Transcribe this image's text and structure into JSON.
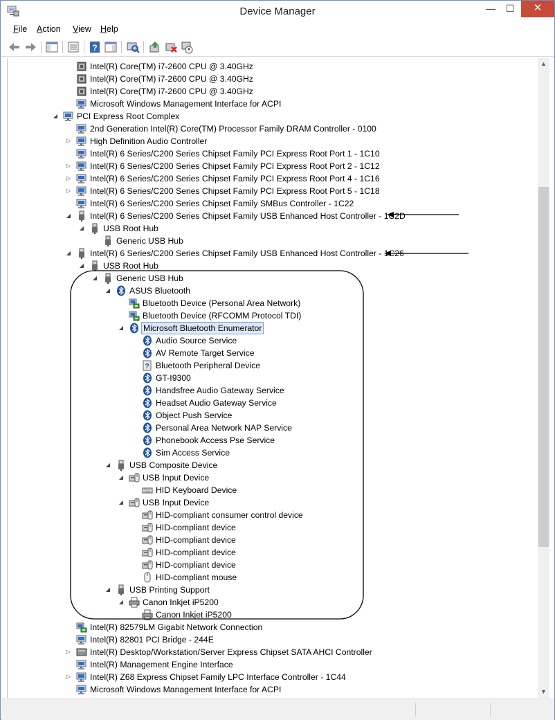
{
  "window": {
    "title": "Device Manager",
    "minimize": "—",
    "maximize": "☐",
    "close": "✕"
  },
  "menu": [
    {
      "label": "File",
      "accel": "F",
      "rest": "ile"
    },
    {
      "label": "Action",
      "accel": "A",
      "rest": "ction"
    },
    {
      "label": "View",
      "accel": "V",
      "rest": "iew"
    },
    {
      "label": "Help",
      "accel": "H",
      "rest": "elp"
    }
  ],
  "toolbar": [
    "back-icon",
    "forward-icon",
    "show-hide-console-tree-icon",
    "properties-icon",
    "help-icon",
    "show-action-pane-icon",
    "scan-hardware-icon",
    "update-driver-icon",
    "uninstall-icon",
    "disable-icon"
  ],
  "tree": [
    {
      "level": 1,
      "expander": "",
      "icon": "cpu",
      "label": "Intel(R) Core(TM) i7-2600 CPU @ 3.40GHz"
    },
    {
      "level": 1,
      "expander": "",
      "icon": "cpu",
      "label": "Intel(R) Core(TM) i7-2600 CPU @ 3.40GHz"
    },
    {
      "level": 1,
      "expander": "",
      "icon": "cpu",
      "label": "Intel(R) Core(TM) i7-2600 CPU @ 3.40GHz"
    },
    {
      "level": 1,
      "expander": "",
      "icon": "system",
      "label": "Microsoft Windows Management Interface for ACPI"
    },
    {
      "level": 0,
      "expander": "expanded",
      "icon": "system",
      "label": "PCI Express Root Complex"
    },
    {
      "level": 1,
      "expander": "",
      "icon": "system",
      "label": "2nd Generation Intel(R) Core(TM) Processor Family DRAM Controller - 0100"
    },
    {
      "level": 1,
      "expander": "collapsed",
      "icon": "system",
      "label": "High Definition Audio Controller"
    },
    {
      "level": 1,
      "expander": "",
      "icon": "system",
      "label": "Intel(R) 6 Series/C200 Series Chipset Family PCI Express Root Port 1 - 1C10"
    },
    {
      "level": 1,
      "expander": "collapsed",
      "icon": "system",
      "label": "Intel(R) 6 Series/C200 Series Chipset Family PCI Express Root Port 2 - 1C12"
    },
    {
      "level": 1,
      "expander": "collapsed",
      "icon": "system",
      "label": "Intel(R) 6 Series/C200 Series Chipset Family PCI Express Root Port 4 - 1C16"
    },
    {
      "level": 1,
      "expander": "collapsed",
      "icon": "system",
      "label": "Intel(R) 6 Series/C200 Series Chipset Family PCI Express Root Port 5 - 1C18"
    },
    {
      "level": 1,
      "expander": "",
      "icon": "system",
      "label": "Intel(R) 6 Series/C200 Series Chipset Family SMBus Controller - 1C22"
    },
    {
      "level": 1,
      "expander": "expanded",
      "icon": "usb",
      "label": "Intel(R) 6 Series/C200 Series Chipset Family USB Enhanced Host Controller - 1C2D"
    },
    {
      "level": 2,
      "expander": "expanded",
      "icon": "usb",
      "label": "USB Root Hub"
    },
    {
      "level": 3,
      "expander": "",
      "icon": "usb",
      "label": "Generic USB Hub"
    },
    {
      "level": 1,
      "expander": "expanded",
      "icon": "usb",
      "label": "Intel(R) 6 Series/C200 Series Chipset Family USB Enhanced Host Controller - 1C26"
    },
    {
      "level": 2,
      "expander": "expanded",
      "icon": "usb",
      "label": "USB Root Hub"
    },
    {
      "level": 3,
      "expander": "expanded",
      "icon": "usb",
      "label": "Generic USB Hub"
    },
    {
      "level": 4,
      "expander": "expanded",
      "icon": "bluetooth",
      "label": "ASUS Bluetooth"
    },
    {
      "level": 5,
      "expander": "",
      "icon": "network",
      "label": "Bluetooth Device (Personal Area Network)"
    },
    {
      "level": 5,
      "expander": "",
      "icon": "network",
      "label": "Bluetooth Device (RFCOMM Protocol TDI)"
    },
    {
      "level": 5,
      "expander": "expanded",
      "icon": "bluetooth",
      "label": "Microsoft Bluetooth Enumerator",
      "selected": true
    },
    {
      "level": 6,
      "expander": "",
      "icon": "bluetooth",
      "label": "Audio Source Service"
    },
    {
      "level": 6,
      "expander": "",
      "icon": "bluetooth",
      "label": "AV Remote Target Service"
    },
    {
      "level": 6,
      "expander": "",
      "icon": "unknown",
      "label": "Bluetooth Peripheral Device"
    },
    {
      "level": 6,
      "expander": "",
      "icon": "bluetooth",
      "label": "GT-I9300"
    },
    {
      "level": 6,
      "expander": "",
      "icon": "bluetooth",
      "label": "Handsfree Audio Gateway Service"
    },
    {
      "level": 6,
      "expander": "",
      "icon": "bluetooth",
      "label": "Headset Audio Gateway Service"
    },
    {
      "level": 6,
      "expander": "",
      "icon": "bluetooth",
      "label": "Object Push Service"
    },
    {
      "level": 6,
      "expander": "",
      "icon": "bluetooth",
      "label": "Personal Area Network NAP Service"
    },
    {
      "level": 6,
      "expander": "",
      "icon": "bluetooth",
      "label": "Phonebook Access Pse Service"
    },
    {
      "level": 6,
      "expander": "",
      "icon": "bluetooth",
      "label": "Sim Access Service"
    },
    {
      "level": 4,
      "expander": "expanded",
      "icon": "usb",
      "label": "USB Composite Device"
    },
    {
      "level": 5,
      "expander": "expanded",
      "icon": "hid",
      "label": "USB Input Device"
    },
    {
      "level": 6,
      "expander": "",
      "icon": "keyboard",
      "label": "HID Keyboard Device"
    },
    {
      "level": 5,
      "expander": "expanded",
      "icon": "hid",
      "label": "USB Input Device"
    },
    {
      "level": 6,
      "expander": "",
      "icon": "hid",
      "label": "HID-compliant consumer control device"
    },
    {
      "level": 6,
      "expander": "",
      "icon": "hid",
      "label": "HID-compliant device"
    },
    {
      "level": 6,
      "expander": "",
      "icon": "hid",
      "label": "HID-compliant device"
    },
    {
      "level": 6,
      "expander": "",
      "icon": "hid",
      "label": "HID-compliant device"
    },
    {
      "level": 6,
      "expander": "",
      "icon": "hid",
      "label": "HID-compliant device"
    },
    {
      "level": 6,
      "expander": "",
      "icon": "mouse",
      "label": "HID-compliant mouse"
    },
    {
      "level": 4,
      "expander": "expanded",
      "icon": "usb",
      "label": "USB Printing Support"
    },
    {
      "level": 5,
      "expander": "expanded",
      "icon": "printer",
      "label": "Canon Inkjet iP5200"
    },
    {
      "level": 6,
      "expander": "",
      "icon": "printer",
      "label": "Canon Inkjet iP5200"
    },
    {
      "level": 1,
      "expander": "",
      "icon": "network",
      "label": "Intel(R) 82579LM Gigabit Network Connection"
    },
    {
      "level": 1,
      "expander": "",
      "icon": "system",
      "label": "Intel(R) 82801 PCI Bridge - 244E"
    },
    {
      "level": 1,
      "expander": "collapsed",
      "icon": "storage",
      "label": "Intel(R) Desktop/Workstation/Server Express Chipset SATA AHCI Controller"
    },
    {
      "level": 1,
      "expander": "",
      "icon": "system",
      "label": "Intel(R) Management Engine Interface"
    },
    {
      "level": 1,
      "expander": "collapsed",
      "icon": "system",
      "label": "Intel(R) Z68 Express Chipset Family LPC Interface Controller - 1C44"
    },
    {
      "level": 1,
      "expander": "",
      "icon": "system",
      "label": "Microsoft Windows Management Interface for ACPI"
    }
  ],
  "annotations": {
    "arrow_targets": [
      "Intel(R) 6 Series/C200 Series Chipset Family USB Enhanced Host Controller - 1C2D",
      "Intel(R) 6 Series/C200 Series Chipset Family USB Enhanced Host Controller - 1C26"
    ],
    "highlight_group": "Generic USB Hub"
  },
  "colors": {
    "close_button": "#c74b38",
    "selection_fill": "#dbe8f7",
    "selection_border": "#7da2ce",
    "bluetooth": "#1b4fa0",
    "monitor": "#2f6fc4"
  }
}
